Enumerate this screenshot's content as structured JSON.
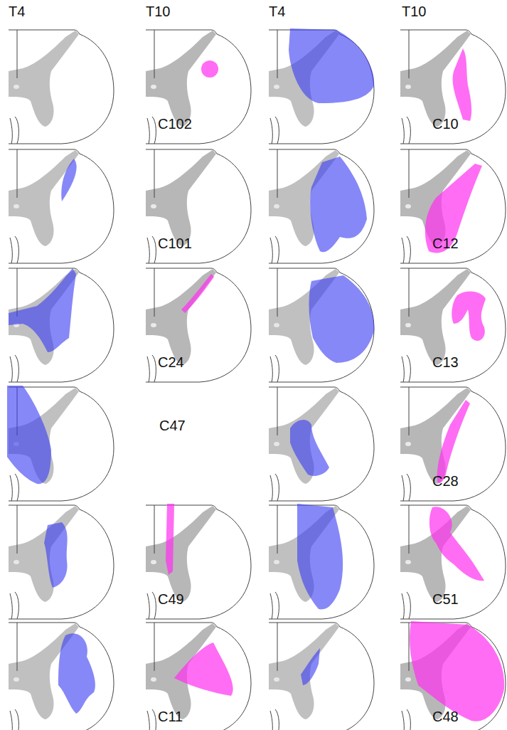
{
  "diagram": {
    "labels": [
      "T4",
      "T10",
      "T4",
      "T10",
      "C102",
      "C10",
      "C101",
      "C12",
      "C24",
      "C13",
      "C47",
      "C28",
      "C49",
      "C51",
      "C11",
      "C48"
    ]
  }
}
